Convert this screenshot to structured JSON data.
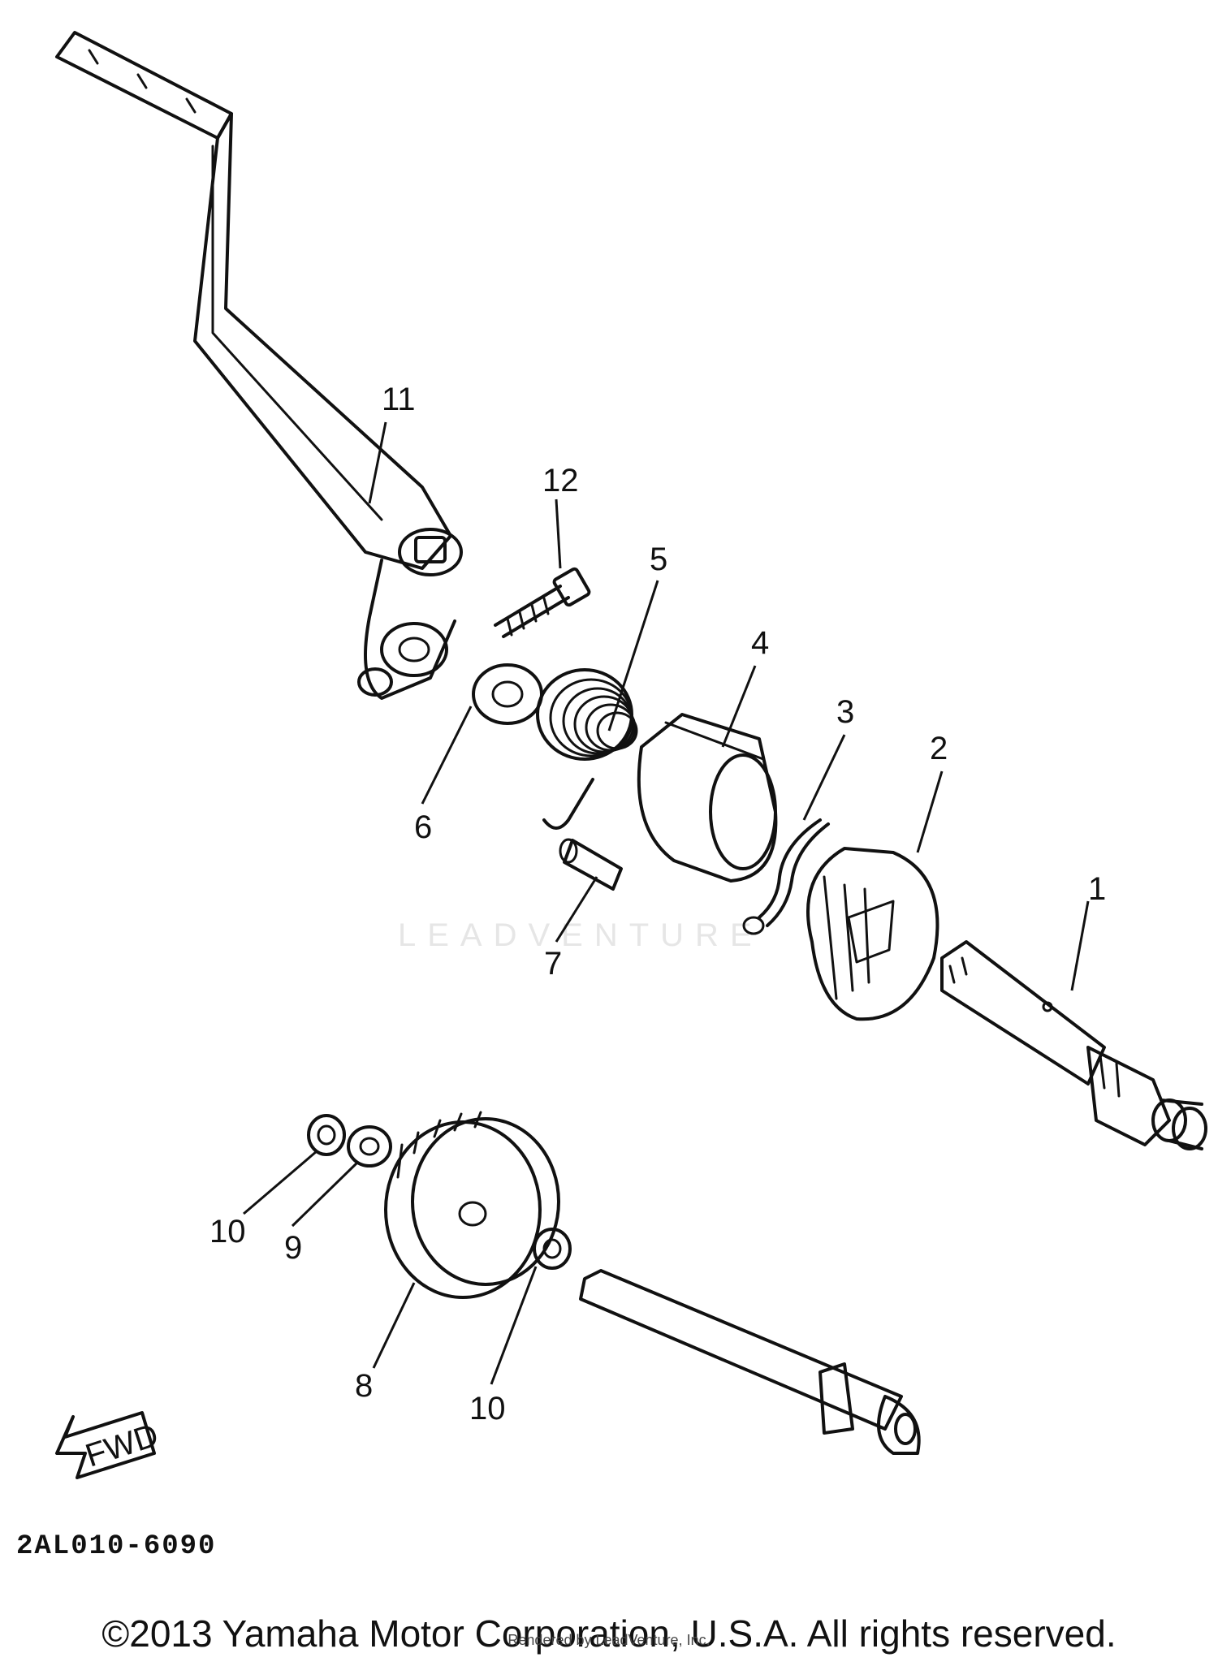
{
  "labels": {
    "p1": "1",
    "p2": "2",
    "p3": "3",
    "p4": "4",
    "p5": "5",
    "p6": "6",
    "p7": "7",
    "p8": "8",
    "p9": "9",
    "p10a": "10",
    "p10b": "10",
    "p11": "11",
    "p12": "12"
  },
  "fwd_label": "FWD",
  "diagram_code": "2AL010-6090",
  "watermark": "LEADVENTURE",
  "copyright": "©2013 Yamaha Motor Corporation, U.S.A. All rights reserved.",
  "rendered_by": "Rendered by LeadVenture, Inc."
}
